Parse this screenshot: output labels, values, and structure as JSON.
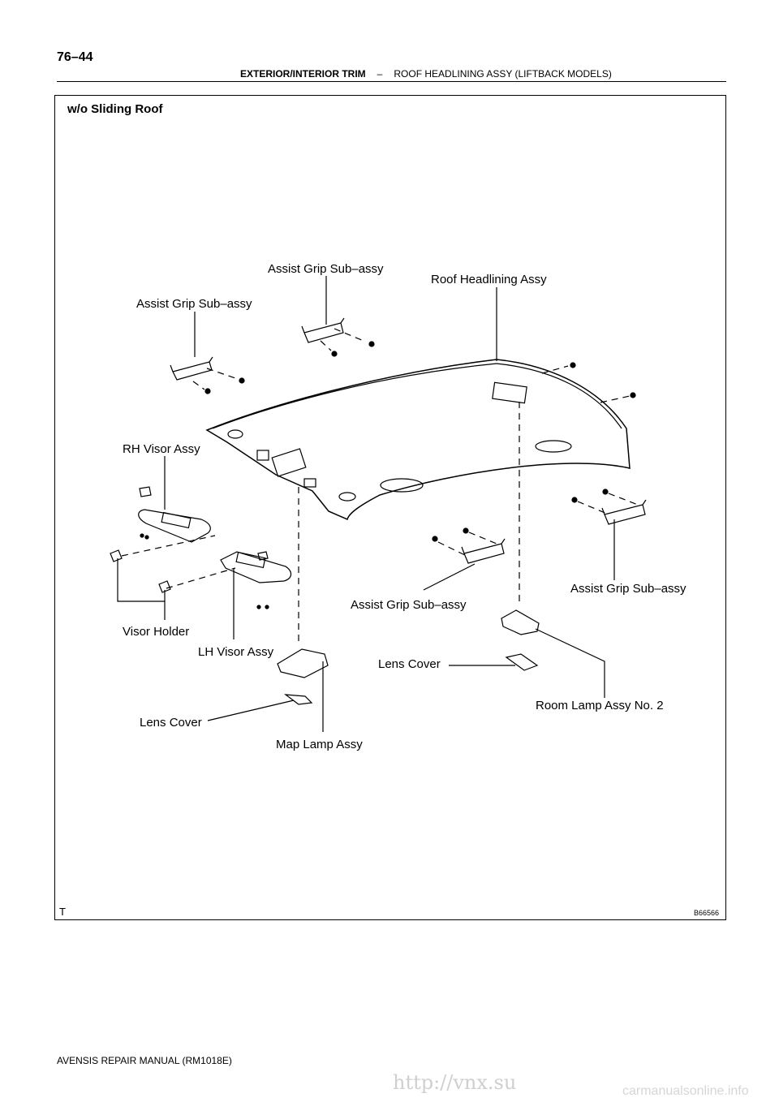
{
  "page_number": "76–44",
  "header": {
    "section": "EXTERIOR/INTERIOR TRIM",
    "separator": "–",
    "topic": "ROOF HEADLINING ASSY (LIFTBACK MODELS)"
  },
  "figure": {
    "subtitle": "w/o Sliding Roof",
    "code": "B66566",
    "t_mark": "T",
    "labels": {
      "assist_grip_top": "Assist Grip Sub–assy",
      "roof_headlining": "Roof Headlining Assy",
      "assist_grip_left": "Assist Grip Sub–assy",
      "rh_visor": "RH Visor Assy",
      "assist_grip_right": "Assist Grip Sub–assy",
      "assist_grip_center": "Assist Grip Sub–assy",
      "visor_holder": "Visor Holder",
      "lh_visor": "LH Visor Assy",
      "lens_cover_right": "Lens Cover",
      "room_lamp": "Room Lamp Assy No. 2",
      "lens_cover_left": "Lens Cover",
      "map_lamp": "Map Lamp Assy"
    }
  },
  "footer": "AVENSIS REPAIR MANUAL   (RM1018E)",
  "watermark": "http://vnx.su",
  "site": "carmanualsonline.info"
}
